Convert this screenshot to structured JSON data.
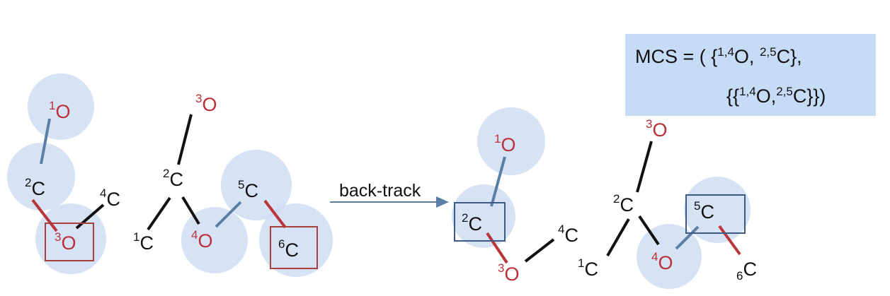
{
  "colors": {
    "halo": "#c8daf0",
    "atom_red": "#bb3038",
    "atom_black": "#111111",
    "bond_blue": "#5b7fa6",
    "bond_red": "#b8353a",
    "bond_black": "#111111",
    "box_red": "#a84040",
    "box_blue": "#3d5a86",
    "mcs_bg": "#c6dbf6"
  },
  "left_graph_1": {
    "atoms": [
      {
        "num": "1",
        "sym": "O",
        "color": "red"
      },
      {
        "num": "2",
        "sym": "C",
        "color": "black"
      },
      {
        "num": "3",
        "sym": "O",
        "color": "red"
      },
      {
        "num": "4",
        "sym": "C",
        "color": "black"
      }
    ]
  },
  "left_graph_2": {
    "atoms": [
      {
        "num": "3",
        "sym": "O",
        "color": "red"
      },
      {
        "num": "2",
        "sym": "C",
        "color": "black"
      },
      {
        "num": "1",
        "sym": "C",
        "color": "black"
      },
      {
        "num": "4",
        "sym": "O",
        "color": "red"
      },
      {
        "num": "5",
        "sym": "C",
        "color": "black"
      },
      {
        "num": "6",
        "sym": "C",
        "color": "black"
      }
    ]
  },
  "arrow": {
    "label": "back-track"
  },
  "right_graph_1": {
    "atoms": [
      {
        "num": "1",
        "sym": "O",
        "color": "red"
      },
      {
        "num": "2",
        "sym": "C",
        "color": "black"
      },
      {
        "num": "3",
        "sym": "O",
        "color": "red"
      },
      {
        "num": "4",
        "sym": "C",
        "color": "black"
      }
    ]
  },
  "right_graph_2": {
    "atoms": [
      {
        "num": "3",
        "sym": "O",
        "color": "red"
      },
      {
        "num": "2",
        "sym": "C",
        "color": "black"
      },
      {
        "num": "1",
        "sym": "C",
        "color": "black"
      },
      {
        "num": "4",
        "sym": "O",
        "color": "red"
      },
      {
        "num": "5",
        "sym": "C",
        "color": "black"
      },
      {
        "num": "6",
        "sym": "C",
        "color": "black"
      }
    ]
  },
  "mcs": {
    "line1": {
      "pre": "MCS = ( {",
      "s1": "1,4",
      "m1": "O, ",
      "s2": "2,5",
      "post": "C},"
    },
    "line2": {
      "pre": "{{",
      "s1": "1,4",
      "m1": "O,",
      "s2": "2,5",
      "post": "C}})"
    }
  }
}
